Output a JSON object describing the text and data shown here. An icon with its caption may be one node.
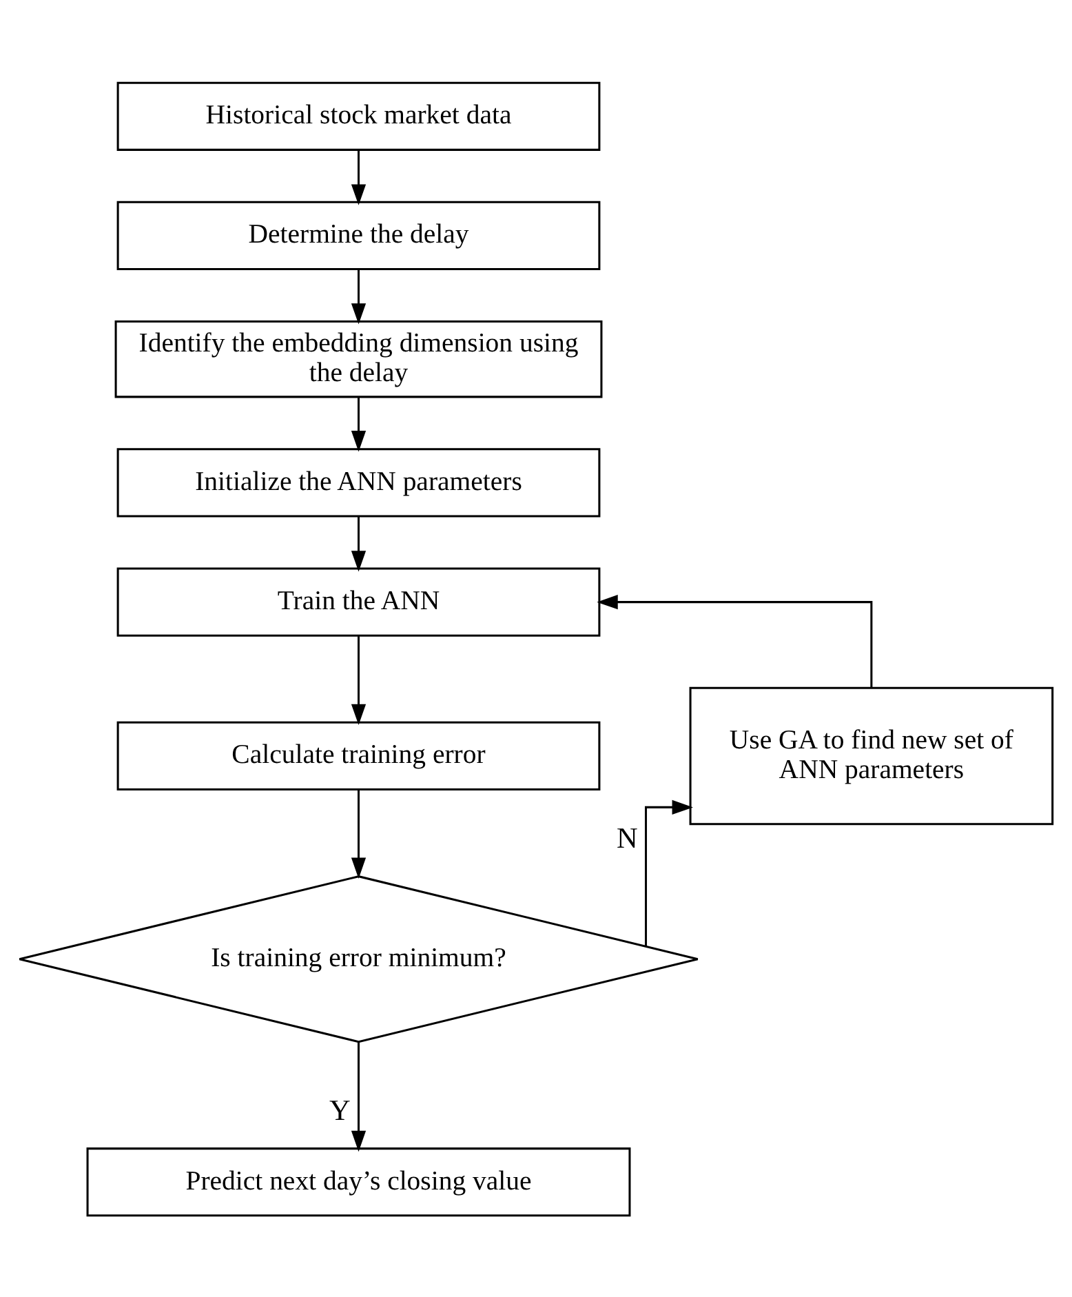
{
  "diagram": {
    "nodes": [
      {
        "text": [
          "Historical stock market data"
        ]
      },
      {
        "text": [
          "Determine the delay"
        ]
      },
      {
        "text": [
          "Identify the embedding dimension using the delay"
        ]
      },
      {
        "text": [
          "Initialize the ANN parameters"
        ]
      },
      {
        "text": [
          "Train the ANN"
        ]
      },
      {
        "text": [
          "Calculate training error"
        ]
      },
      {
        "text": [
          "Is training error minimum?"
        ]
      },
      {
        "text": [
          "Predict next day’s closing value"
        ]
      },
      {
        "text": [
          "Use GA to find new set of ANN parameters"
        ]
      }
    ],
    "edges": [
      {
        "from": 0,
        "to": 1,
        "arrow": "to"
      },
      {
        "from": 1,
        "to": 2,
        "arrow": "to"
      },
      {
        "from": 2,
        "to": 3,
        "arrow": "to"
      },
      {
        "from": 3,
        "to": 4,
        "arrow": "to"
      },
      {
        "from": 4,
        "to": 5,
        "arrow": "to"
      },
      {
        "from": 5,
        "to": 6,
        "arrow": "to"
      },
      {
        "from": 6,
        "to": 8,
        "arrow": "to",
        "label": "N"
      },
      {
        "from": 6,
        "to": 7,
        "arrow": "to",
        "label": "Y"
      },
      {
        "from": 8,
        "to": 4,
        "arrow": "to"
      }
    ]
  }
}
